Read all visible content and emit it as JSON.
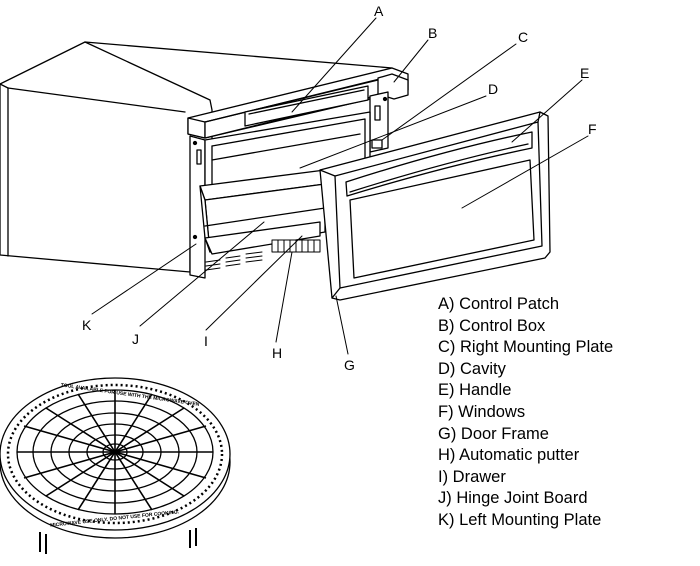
{
  "callouts": {
    "A": "A",
    "B": "B",
    "C": "C",
    "D": "D",
    "E": "E",
    "F": "F",
    "G": "G",
    "H": "H",
    "I": "I",
    "J": "J",
    "K": "K"
  },
  "legend": [
    "A) Control Patch",
    "B) Control Box",
    "C) Right Mounting Plate",
    "D) Cavity",
    "E) Handle",
    "F) Windows",
    "G) Door Frame",
    "H) Automatic putter",
    "I) Drawer",
    "J) Hinge Joint Board",
    "K) Left Mounting Plate"
  ],
  "rack": {
    "text_top": "TOOL AVAILABLE FOR USE WITH THE MICROWAVE OVEN",
    "text_bottom": "MICROWAVE USE ONLY. DO NOT USE FOR COOKING."
  }
}
